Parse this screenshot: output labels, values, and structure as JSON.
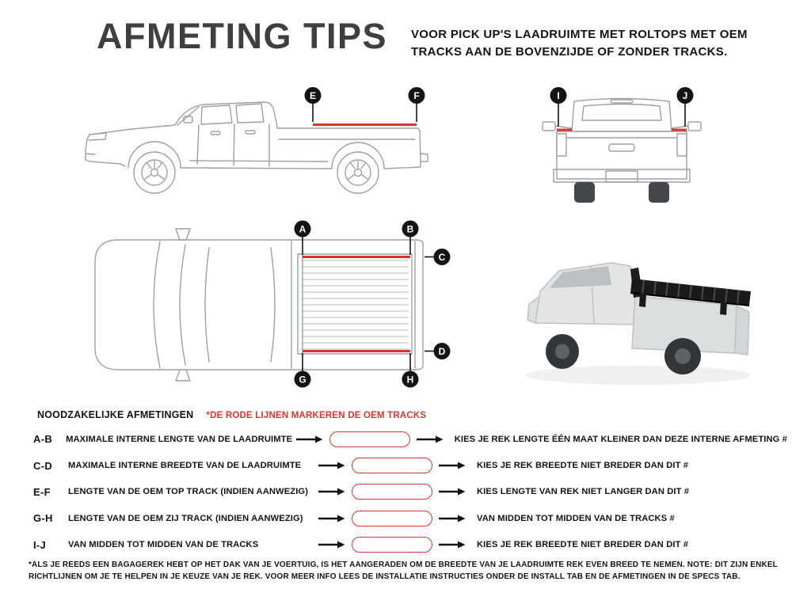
{
  "page": {
    "title": "AFMETING TIPS",
    "subtitle_line1": "VOOR PICK UP'S LAADRUIMTE MET ROLTOPS MET OEM",
    "subtitle_line2": "TRACKS AAN DE BOVENZIJDE OF ZONDER TRACKS."
  },
  "diagrams": {
    "side_view": {
      "markers": [
        {
          "letter": "E"
        },
        {
          "letter": "F"
        }
      ]
    },
    "rear_view": {
      "markers": [
        {
          "letter": "I"
        },
        {
          "letter": "J"
        }
      ]
    },
    "top_view": {
      "markers": [
        {
          "letter": "A"
        },
        {
          "letter": "B"
        },
        {
          "letter": "C"
        },
        {
          "letter": "D"
        },
        {
          "letter": "G"
        },
        {
          "letter": "H"
        }
      ]
    }
  },
  "measurements": {
    "heading": "NOODZAKELIJKE AFMETINGEN",
    "note": "*DE RODE LIJNEN MARKEREN DE OEM TRACKS",
    "rows": [
      {
        "code": "A-B",
        "label": "MAXIMALE INTERNE LENGTE VAN DE LAADRUIMTE",
        "value": "",
        "result": "KIES JE REK LENGTE ÉÉN MAAT KLEINER DAN DEZE INTERNE AFMETING #"
      },
      {
        "code": "C-D",
        "label": "MAXIMALE INTERNE BREEDTE VAN DE LAADRUIMTE",
        "value": "",
        "result": "KIES JE REK BREEDTE NIET BREDER DAN DIT #"
      },
      {
        "code": "E-F",
        "label": "LENGTE VAN DE OEM TOP TRACK (INDIEN AANWEZIG)",
        "value": "",
        "result": "KIES LENGTE VAN REK NIET LANGER DAN DIT #"
      },
      {
        "code": "G-H",
        "label": "LENGTE VAN DE OEM ZIJ TRACK (INDIEN AANWEZIG)",
        "value": "",
        "result": "VAN MIDDEN TOT MIDDEN VAN DE TRACKS #"
      },
      {
        "code": "I-J",
        "label": "VAN MIDDEN TOT MIDDEN VAN DE TRACKS",
        "value": "",
        "result": "KIES JE REK BREEDTE NIET BREDER DAN DIT #"
      }
    ]
  },
  "footer": {
    "text": "*ALS JE REEDS EEN BAGAGEREK HEBT OP HET DAK VAN JE VOERTUIG, IS HET AANGERADEN OM DE BREEDTE VAN JE LAADRUIMTE REK EVEN BREED TE NEMEN. NOTE: DIT ZIJN ENKEL RICHTLIJNEN OM JE TE HELPEN IN JE KEUZE VAN JE REK. VOOR MEER INFO LEES DE INSTALLATIE INSTRUCTIES ONDER DE INSTALL TAB EN DE AFMETINGEN IN DE SPECS TAB."
  },
  "colors": {
    "accent_red": "#d8362c",
    "ink": "#151313",
    "diagram_gray": "#9ba1a5"
  }
}
